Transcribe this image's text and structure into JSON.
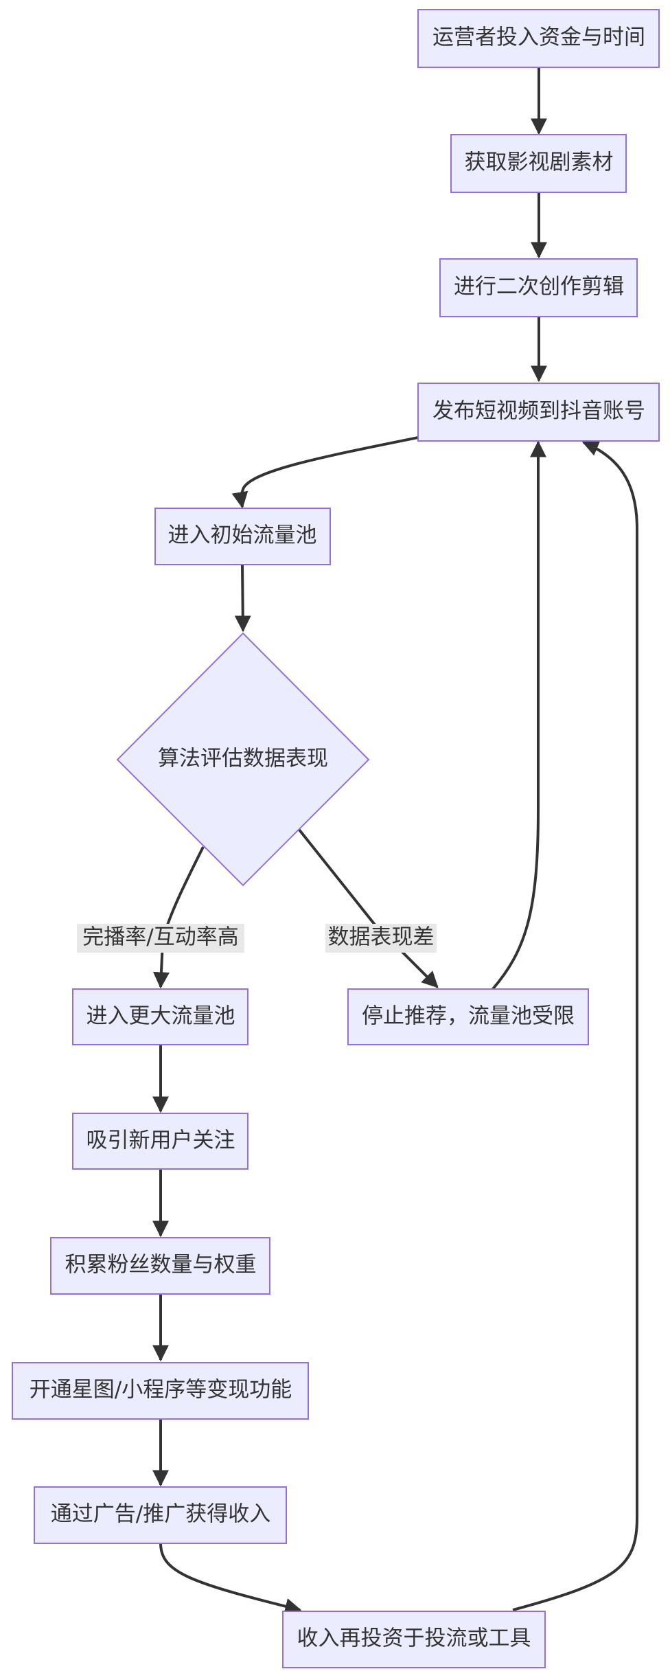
{
  "colors": {
    "node_fill": "#ECECFF",
    "node_stroke": "#9370DB",
    "edge": "#333333",
    "text": "#333333",
    "label_bg": "#e8e8e8"
  },
  "nodes": {
    "invest": "运营者投入资金与时间",
    "material": "获取影视剧素材",
    "edit": "进行二次创作剪辑",
    "publish": "发布短视频到抖音账号",
    "initial_pool": "进入初始流量池",
    "evaluate": "算法评估数据表现",
    "bigger_pool": "进入更大流量池",
    "stop": "停止推荐，流量池受限",
    "attract": "吸引新用户关注",
    "accumulate": "积累粉丝数量与权重",
    "monetize_features": "开通星图/小程序等变现功能",
    "income": "通过广告/推广获得收入",
    "reinvest": "收入再投资于投流或工具"
  },
  "edge_labels": {
    "high": "完播率/互动率高",
    "poor": "数据表现差"
  }
}
